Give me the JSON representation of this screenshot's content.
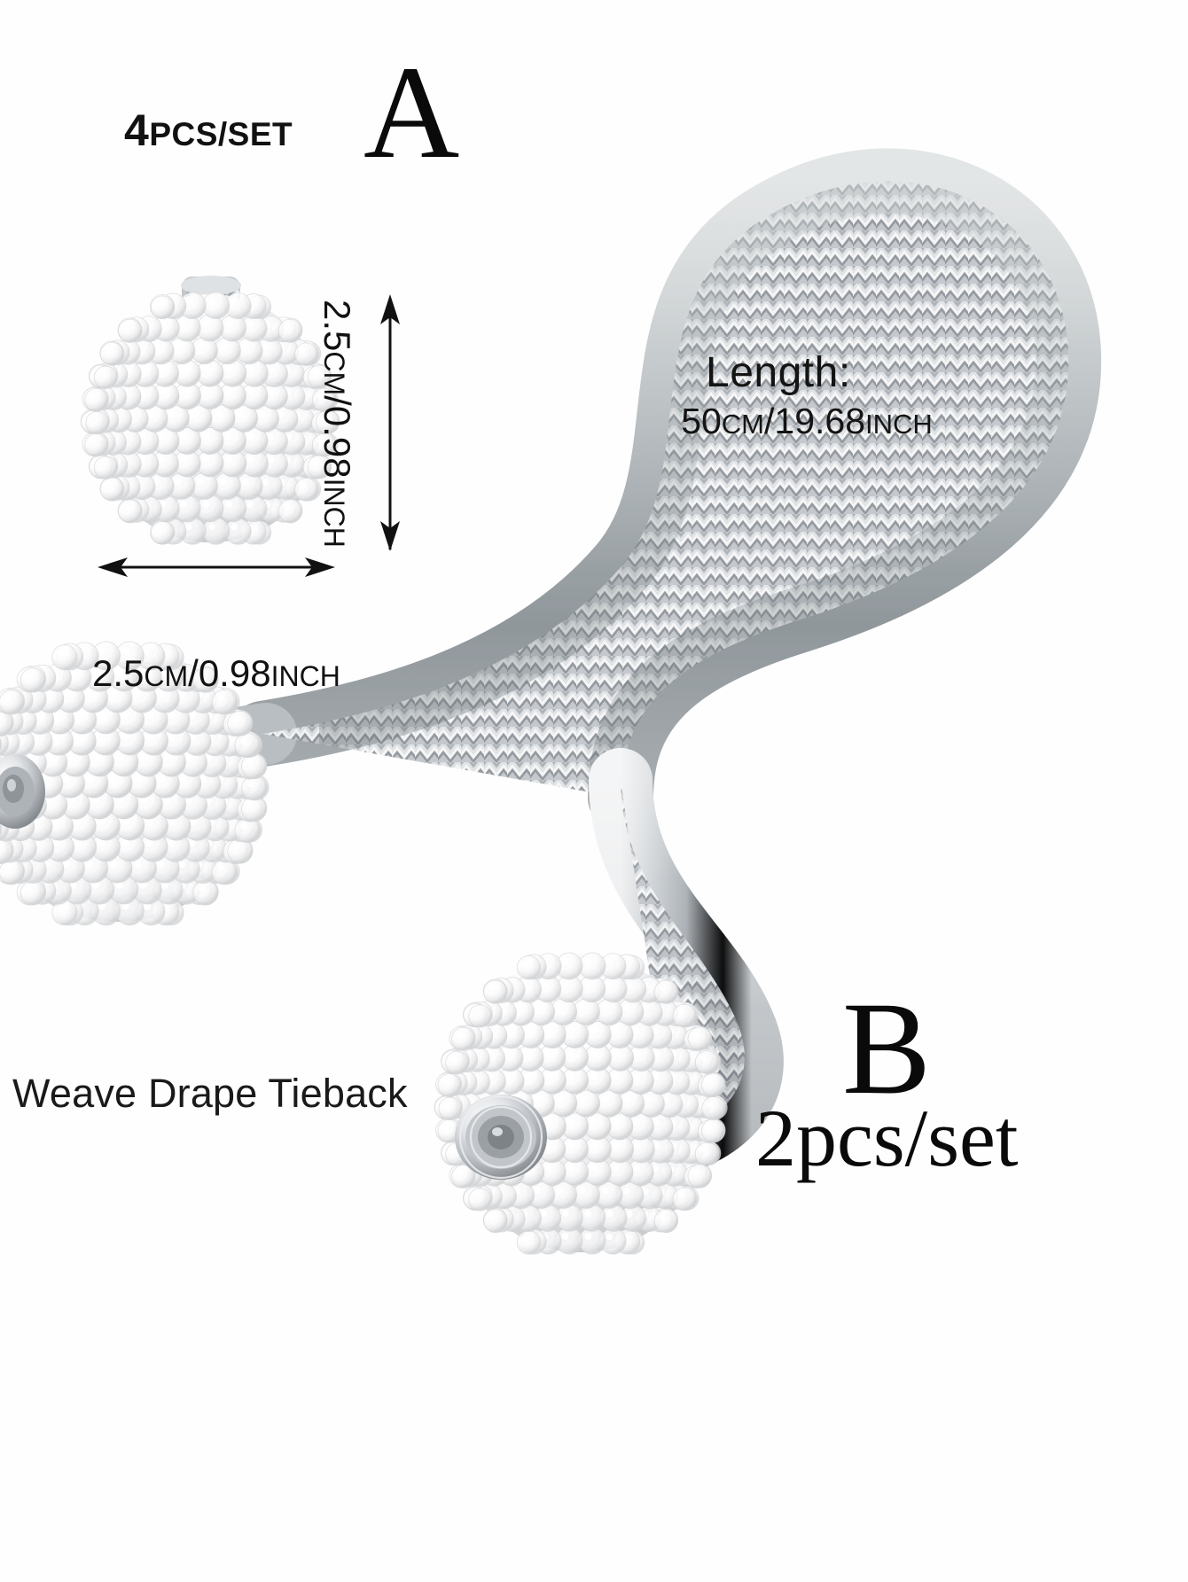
{
  "product": {
    "name": "Weave Drape Tieback",
    "variants": [
      {
        "letter": "A",
        "quantity_label_number": "4",
        "quantity_label_suffix": "PCS/SET"
      },
      {
        "letter": "B",
        "quantity_label": "2pcs/set"
      }
    ]
  },
  "labels": {
    "pcs_set_number": "4",
    "pcs_set_suffix": "PCS/SET",
    "letter_a": "A",
    "letter_b": "B",
    "pcs_set_b": "2pcs/set",
    "brand_text": "Weave Drape Tieback"
  },
  "length": {
    "title": "Length:",
    "value_metric": "50",
    "unit_metric": "CM",
    "separator": "/",
    "value_imperial": "19.68",
    "unit_imperial": "INCH"
  },
  "ball_dimensions": {
    "height": {
      "value_metric": "2.5",
      "unit_metric": "CM",
      "separator": "/",
      "value_imperial": "0.98",
      "unit_imperial": "INCH",
      "orientation": "vertical"
    },
    "width": {
      "value_metric": "2.5",
      "unit_metric": "CM",
      "separator": "/",
      "value_imperial": "0.98",
      "unit_imperial": "INCH",
      "orientation": "horizontal"
    }
  },
  "colors": {
    "background": "#ffffff",
    "text": "#111111",
    "pearl_white": "#ffffff",
    "pearl_shade": "#dcdcdc",
    "cord_silver": "#b8bcc0",
    "cord_silver_light": "#e9ebed",
    "cord_silver_dark": "#8d9398",
    "clasp_silver": "#c9ccd0"
  }
}
